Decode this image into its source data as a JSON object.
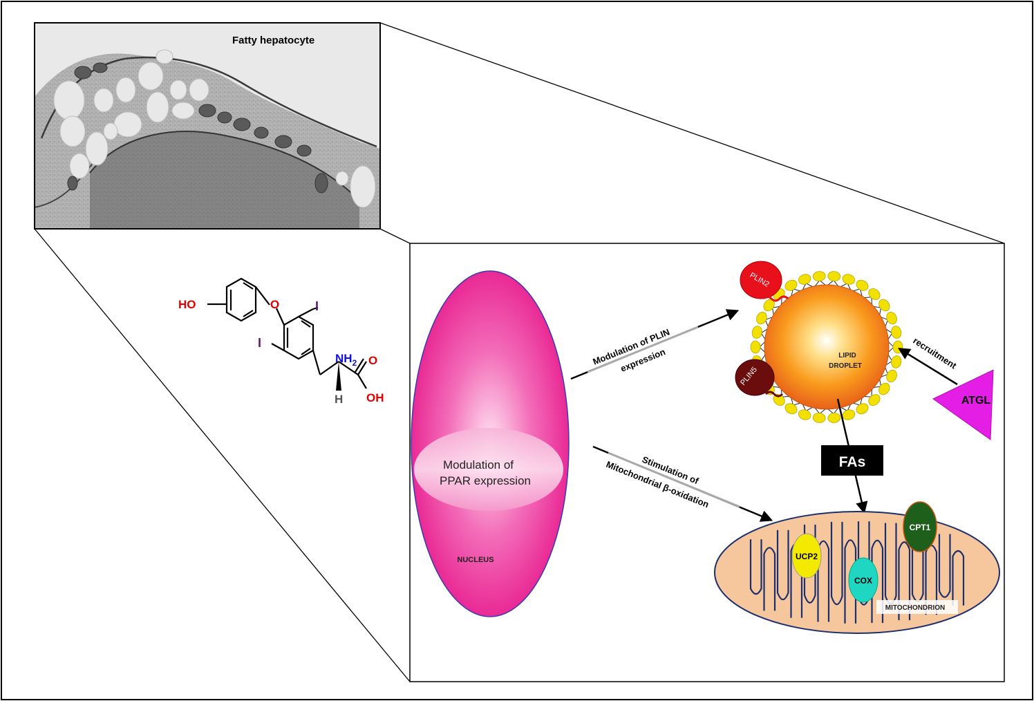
{
  "micrograph": {
    "title": "Fatty hepatocyte"
  },
  "molecule": {
    "ho": "HO",
    "o": "O",
    "i_top": "I",
    "i_left": "I",
    "nh": "NH",
    "nh_sub": "2",
    "h": "H",
    "o_acid": "O",
    "oh": "OH"
  },
  "nucleus": {
    "inner_line1": "Modulation of",
    "inner_line2": "PPAR expression",
    "label": "NUCLEUS"
  },
  "arrows": {
    "plin_line1": "Modulation of PLIN",
    "plin_line2": "expression",
    "beta_line1": "Stimulation of",
    "beta_line2": "Mitochondrial β-oxidation",
    "recruitment": "recruitment"
  },
  "lipid_droplet": {
    "line1": "LIPID",
    "line2": "DROPLET",
    "plin2": "PLIN2",
    "plin5": "PLIN5"
  },
  "atgl": "ATGL",
  "fas": "FAs",
  "mitochondrion": {
    "label": "MITOCHONDRION",
    "ucp2": "UCP2",
    "cox": "COX",
    "cpt1": "CPT1"
  },
  "colors": {
    "nucleus": "#e8108a",
    "droplet": "#f7941d",
    "phospholipid": "#f2e000",
    "plin2": "#e8101a",
    "plin5": "#6b0d0d",
    "atgl": "#e41ee4",
    "mito_fill": "#f6c79d",
    "mito_membrane": "#1b2e6e",
    "ucp2": "#f4ea00",
    "cox": "#1fd6c2",
    "cpt1": "#1f5f1c",
    "ho_red": "#e00000",
    "nh2_blue": "#1010e0",
    "iodine_purple": "#5a1a6a"
  }
}
